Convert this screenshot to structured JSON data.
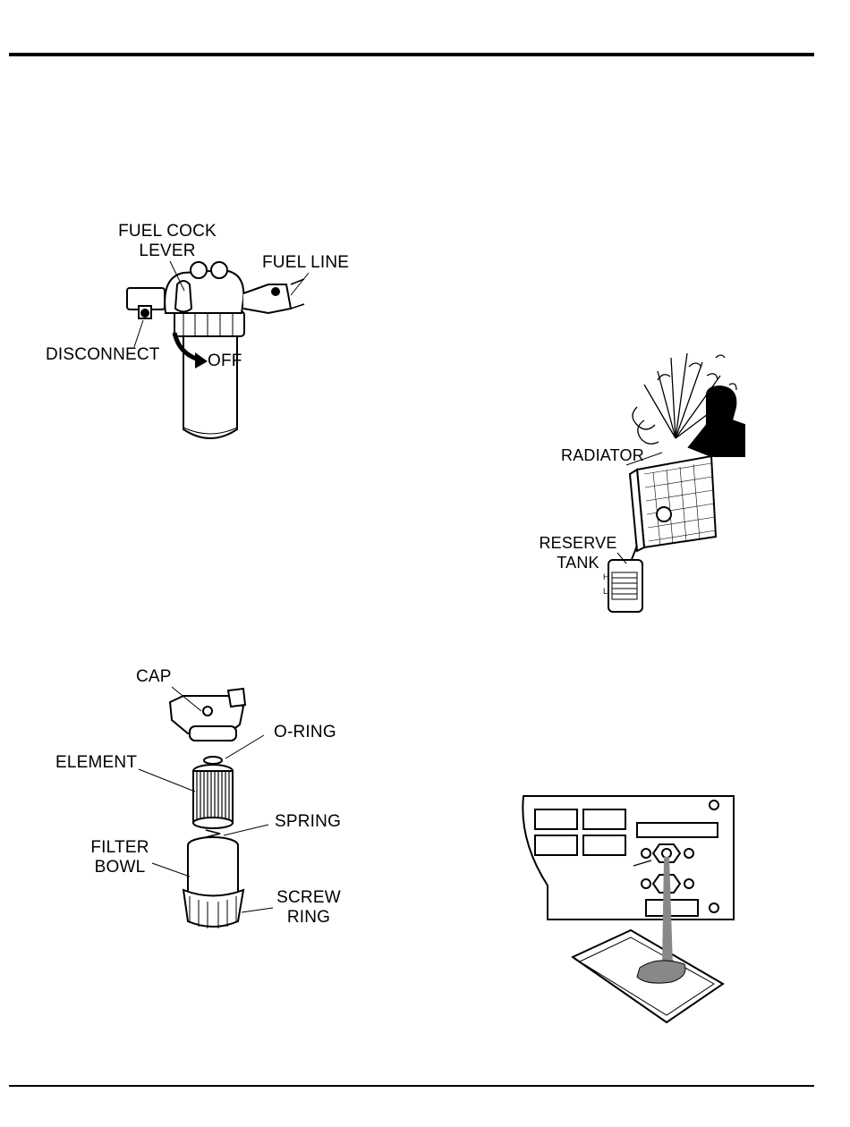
{
  "fuel_cock_figure": {
    "lever_label_line1": "FUEL COCK",
    "lever_label_line2": "LEVER",
    "fuel_line_label": "FUEL LINE",
    "disconnect_label": "DISCONNECT",
    "off_label": "OFF"
  },
  "filter_figure": {
    "cap_label": "CAP",
    "oring_label": "O-RING",
    "element_label": "ELEMENT",
    "spring_label": "SPRING",
    "bowl_label_line1": "FILTER",
    "bowl_label_line2": "BOWL",
    "screw_label_line1": "SCREW",
    "screw_label_line2": "RING"
  },
  "radiator_figure": {
    "radiator_label": "RADIATOR",
    "reserve_label_line1": "RESERVE",
    "reserve_label_line2": "TANK",
    "tank_high_mark": "H",
    "tank_low_mark": "L"
  },
  "drain_figure": {}
}
